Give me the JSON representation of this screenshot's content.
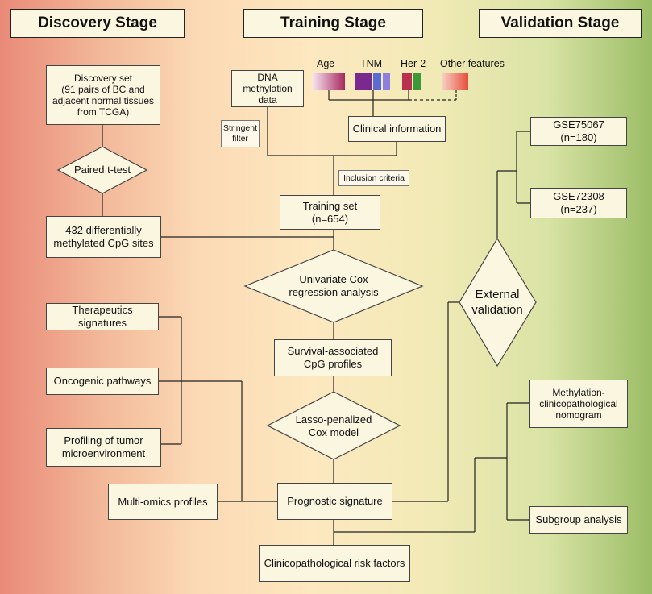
{
  "stages": {
    "discovery": "Discovery Stage",
    "training": "Training Stage",
    "validation": "Validation Stage"
  },
  "features": {
    "age": "Age",
    "tnm": "TNM",
    "her2": "Her-2",
    "other": "Other features"
  },
  "boxes": {
    "discovery_set": "Discovery set\n(91 pairs of BC and adjacent normal tissues from TCGA)",
    "paired_ttest": "Paired t-test",
    "dm_sites": "432 differentially methylated CpG sites",
    "dna_methylation": "DNA methylation data",
    "stringent_filter": "Stringent filter",
    "clinical_info": "Clinical information",
    "inclusion_criteria": "Inclusion criteria",
    "training_set": "Training set (n=654)",
    "univariate_cox": "Univariate Cox regression analysis",
    "survival_cpg": "Survival-associated CpG profiles",
    "lasso_cox": "Lasso-penalized Cox model",
    "prognostic_signature": "Prognostic signature",
    "clinicopathological_risk": "Clinicopathological risk factors",
    "therapeutics": "Therapeutics signatures",
    "oncogenic": "Oncogenic pathways",
    "tumor_micro": "Profiling of tumor microenvironment",
    "multi_omics": "Multi-omics profiles",
    "gse75067": "GSE75067 (n=180)",
    "gse72308": "GSE72308 (n=237)",
    "external_validation": "External validation",
    "nomogram": "Methylation-clinicopathological nomogram",
    "subgroup": "Subgroup analysis"
  },
  "colors": {
    "age_gradient": [
      "#f6e4f2",
      "#a8285e"
    ],
    "tnm": [
      "#7a2a8f",
      "#5a6bd6",
      "#8d7fe0"
    ],
    "her2": [
      "#b8324f",
      "#3a9a3a"
    ],
    "other_gradient": [
      "#f8cfc4",
      "#e74d3c"
    ]
  }
}
